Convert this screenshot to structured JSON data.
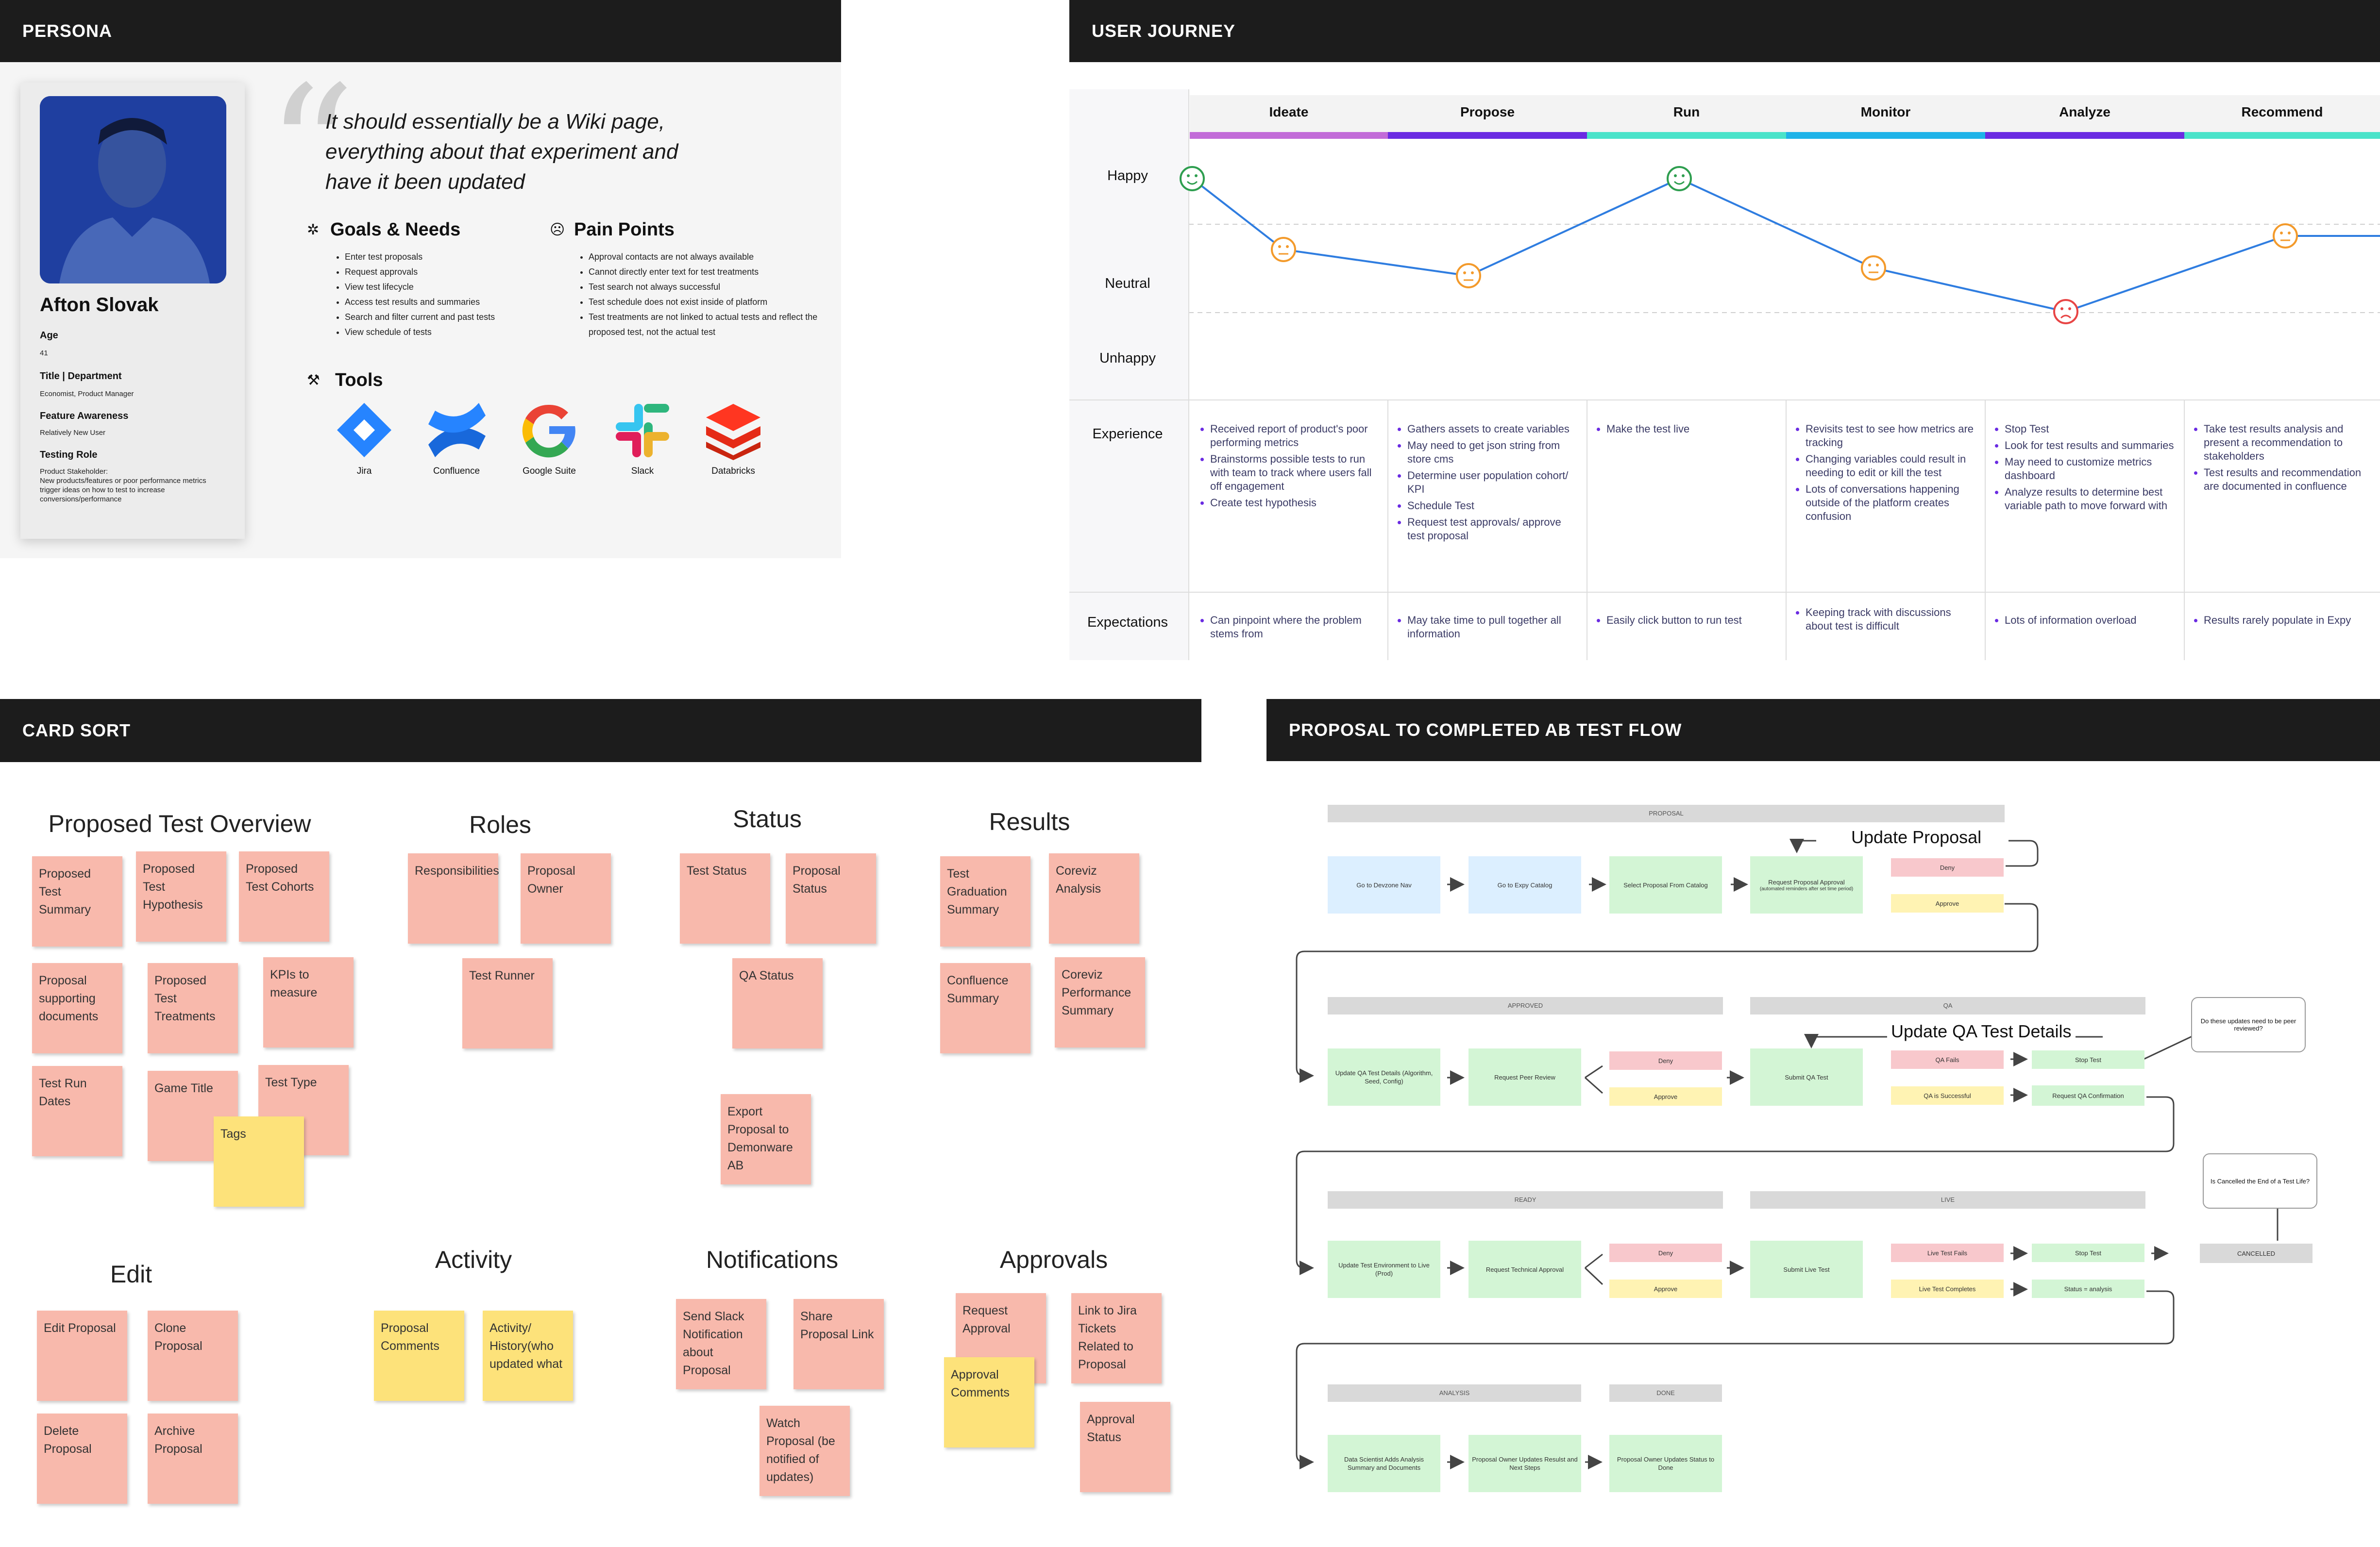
{
  "persona": {
    "header": "PERSONA",
    "name": "Afton Slovak",
    "age_label": "Age",
    "age": "41",
    "title_label": "Title | Department",
    "title": "Economist, Product Manager",
    "awareness_label": "Feature Awareness",
    "awareness": "Relatively New User",
    "role_label": "Testing Role",
    "role": "Product Stakeholder:\nNew products/features or poor performance metrics trigger ideas on how to test to increase conversions/performance",
    "quote": "It should essentially be a Wiki page, everything about that experiment and have it been updated",
    "goals_title": "Goals & Needs",
    "goals": [
      "Enter test proposals",
      "Request approvals",
      "View test lifecycle",
      "Access test results and summaries",
      "Search and filter current and past tests",
      "View schedule of tests"
    ],
    "pain_title": "Pain Points",
    "pains": [
      "Approval contacts are not always available",
      "Cannot directly enter text for test treatments",
      "Test search not always successful",
      "Test schedule does not exist inside of platform",
      "Test treatments are not linked to actual tests and reflect the proposed test, not the actual test"
    ],
    "tools_title": "Tools",
    "tools": [
      "Jira",
      "Confluence",
      "Google Suite",
      "Slack",
      "Databricks"
    ]
  },
  "journey": {
    "header": "USER JOURNEY",
    "stages": [
      "Ideate",
      "Propose",
      "Run",
      "Monitor",
      "Analyze",
      "Recommend"
    ],
    "stage_colors": [
      "#c26bd8",
      "#6a2be2",
      "#4ae3c9",
      "#1eb3e8",
      "#6a2be2",
      "#4ae3c9"
    ],
    "rows": [
      "Happy",
      "Neutral",
      "Unhappy",
      "Experience",
      "Expectations"
    ],
    "emotions": [
      {
        "stage": "Ideate",
        "level": "Happy"
      },
      {
        "stage": "Ideate",
        "level": "Neutral"
      },
      {
        "stage": "Propose",
        "level": "Neutral"
      },
      {
        "stage": "Run",
        "level": "Happy"
      },
      {
        "stage": "Monitor",
        "level": "Neutral"
      },
      {
        "stage": "Analyze",
        "level": "Unhappy"
      },
      {
        "stage": "Recommend",
        "level": "Neutral"
      }
    ],
    "experience": [
      [
        "Received report of product's poor performing metrics",
        "Brainstorms possible tests to run with team to track where users fall off engagement",
        "Create test hypothesis"
      ],
      [
        "Gathers assets to create variables",
        "May need to get json string from store cms",
        "Determine user population cohort/ KPI",
        "Schedule Test",
        "Request test approvals/ approve test proposal"
      ],
      [
        "Make the test live"
      ],
      [
        "Revisits test to see how metrics are tracking",
        "Changing variables could result in needing to edit or kill the test",
        "Lots of conversations happening outside of the platform creates confusion"
      ],
      [
        "Stop Test",
        "Look for test results and summaries",
        "May need to customize metrics dashboard",
        "Analyze results to determine best variable path to move forward with"
      ],
      [
        "Take test results analysis and present a recommendation to stakeholders",
        "Test results and recommendation are documented in confluence"
      ]
    ],
    "expectations": [
      [
        "Can pinpoint where the problem stems from"
      ],
      [
        "May take time to pull together all information"
      ],
      [
        "Easily click button to run test"
      ],
      [
        "Keeping track with discussions about test is difficult"
      ],
      [
        "Lots of information overload"
      ],
      [
        "Results rarely populate in Expy"
      ]
    ]
  },
  "cardsort": {
    "header": "CARD SORT",
    "categories": [
      "Proposed Test Overview",
      "Roles",
      "Status",
      "Results",
      "Edit",
      "Activity",
      "Notifications",
      "Approvals"
    ],
    "notes": [
      "Proposed Test Summary",
      "Proposed Test Hypothesis",
      "Proposed Test Cohorts",
      "Proposal supporting documents",
      "Proposed Test Treatments",
      "KPIs to measure",
      "Test Run Dates",
      "Game Title",
      "Test Type",
      "Tags",
      "Responsibilities",
      "Proposal Owner",
      "Test Runner",
      "Test Status",
      "Proposal Status",
      "QA Status",
      "Export Proposal to Demonware AB",
      "Test Graduation Summary",
      "Coreviz Analysis",
      "Confluence Summary",
      "Coreviz Performance Summary",
      "Edit Proposal",
      "Clone Proposal",
      "Delete Proposal",
      "Archive Proposal",
      "Proposal Comments",
      "Activity/ History(who updated what",
      "Send Slack Notification about Proposal",
      "Share Proposal Link",
      "Watch Proposal (be notified of updates)",
      "Request Approval",
      "Link to Jira Tickets Related to Proposal",
      "Approval Comments",
      "Approval Status"
    ]
  },
  "flow": {
    "header": "PROPOSAL TO COMPLETED  AB TEST FLOW",
    "sections": [
      "PROPOSAL",
      "APPROVED",
      "QA",
      "READY",
      "LIVE",
      "ANALYSIS",
      "DONE"
    ],
    "update_labels": [
      "Update Proposal",
      "Update QA Test Details"
    ],
    "boxes": [
      "Go to Devzone Nav",
      "Go to Expy Catalog",
      "Select Proposal From Catalog",
      "Request Proposal Approval",
      "(automated reminders after set time period)",
      "Deny",
      "Approve",
      "Update QA Test Details (Algorithm, Seed, Config)",
      "Request Peer Review",
      "Deny",
      "Approve",
      "Submit QA Test",
      "QA Fails",
      "Stop Test",
      "QA is Successful",
      "Request QA Confirmation",
      "Update Test Environment to Live (Prod)",
      "Request Technical Approval",
      "Deny",
      "Approve",
      "Submit Live Test",
      "Live Test Fails",
      "Stop Test",
      "CANCELLED",
      "Live Test Completes",
      "Status = analysis",
      "Data Scientist Adds Analysis Summary and Documents",
      "Proposal Owner Updates Resulst and Next Steps",
      "Proposal Owner Updates Status to Done"
    ],
    "callouts": [
      "Do these updates need to be peer reviewed?",
      "Is Cancelled the End of a Test Life?"
    ]
  }
}
